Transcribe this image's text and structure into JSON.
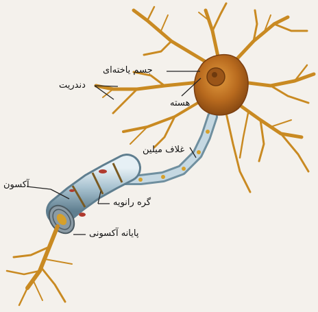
{
  "labels": {
    "cell_body": "جسم یاخته‌ای",
    "dendrite": "دندریت",
    "nucleus": "هسته",
    "myelin_sheath": "غلاف میلین",
    "axon": "آکسون",
    "node_of_ranvier": "گره رانویه",
    "axon_terminal": "پایانه آکسونی"
  },
  "colors": {
    "background": "#f4f1ec",
    "cell_body": "#b86a1e",
    "dendrite": "#c98a22",
    "myelin": "#a9c3d1",
    "axon_core": "#d6a02a",
    "leader": "#222222"
  }
}
